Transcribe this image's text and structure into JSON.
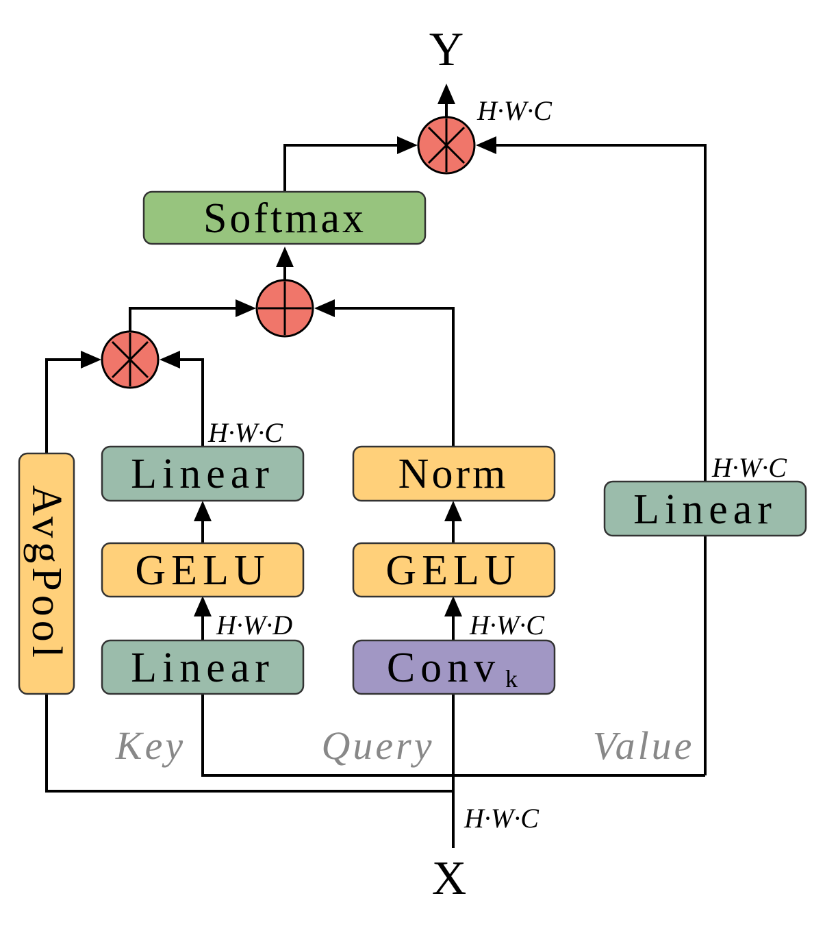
{
  "colors": {
    "teal": "#9bbcab",
    "orange": "#ffd07a",
    "green": "#97c47e",
    "purple": "#a197c4",
    "op_red": "#f0766a"
  },
  "io": {
    "output": "Y",
    "input": "X"
  },
  "branches": {
    "key": "Key",
    "query": "Query",
    "value": "Value"
  },
  "blocks": {
    "softmax": "Softmax",
    "avgpool": "AvgPool",
    "key_linear_top": "Linear",
    "key_gelu": "GELU",
    "key_linear_bottom": "Linear",
    "query_norm": "Norm",
    "query_gelu": "GELU",
    "query_conv": "Conv",
    "query_conv_sub": "k",
    "value_linear": "Linear"
  },
  "dims": {
    "output": "H·W·C",
    "key_top": "H·W·C",
    "key_mid": "H·W·D",
    "query_mid": "H·W·C",
    "value": "H·W·C",
    "input": "H·W·C"
  },
  "operators": {
    "top_multiply": "multiply-icon",
    "add": "plus-icon",
    "key_multiply": "multiply-icon"
  }
}
